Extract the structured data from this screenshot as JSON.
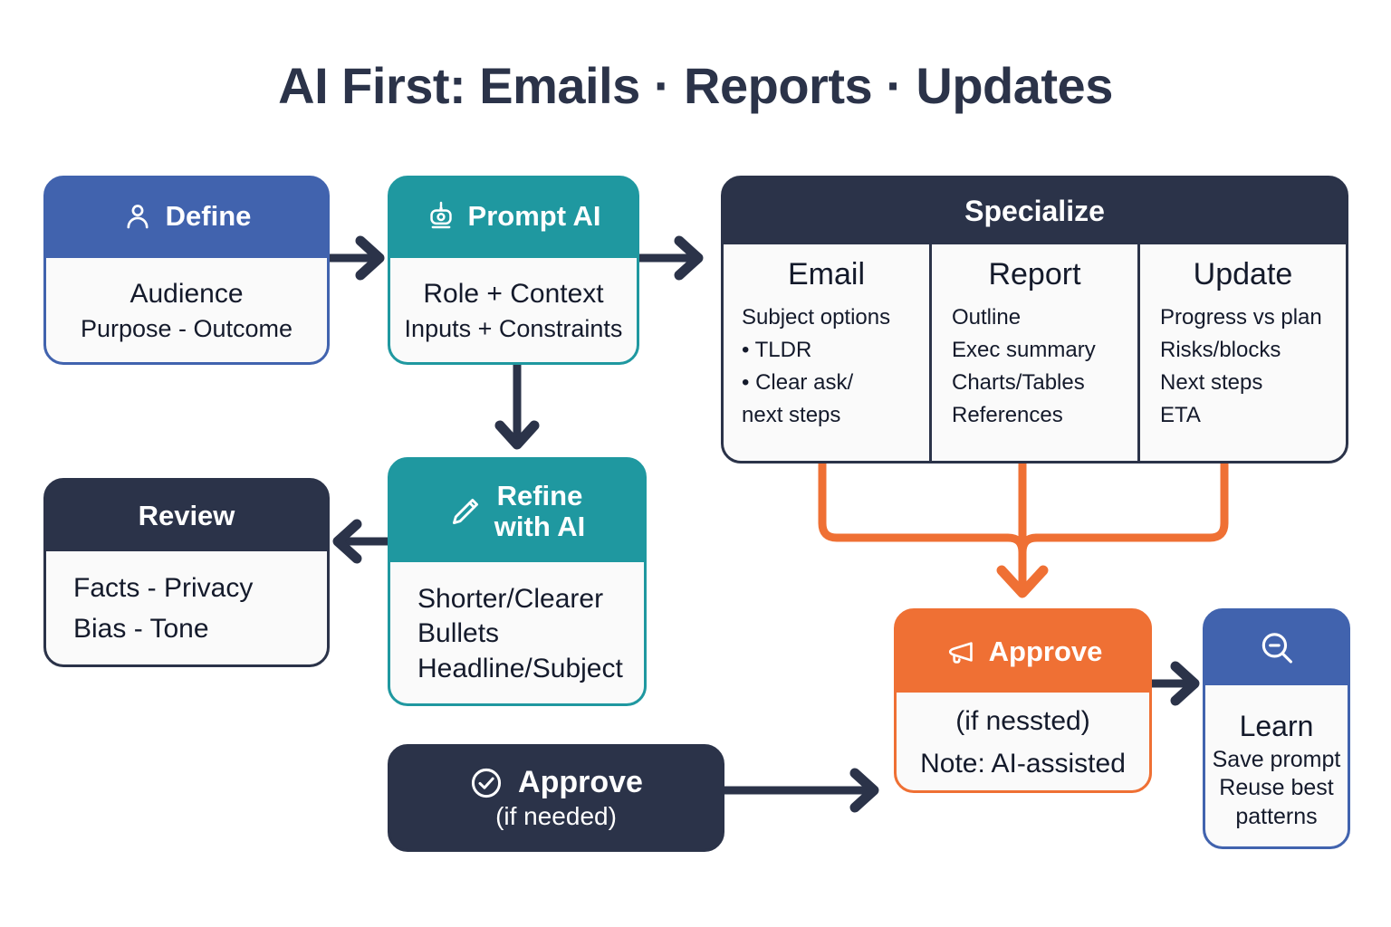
{
  "title": "AI First: Emails · Reports · Updates",
  "colors": {
    "blue": "#4163ae",
    "teal": "#1f98a0",
    "navy": "#2b3349",
    "orange": "#ef7034",
    "body_bg": "#fafafa",
    "text": "#141a2b"
  },
  "cards": {
    "define": {
      "icon": "person-icon",
      "title": "Define",
      "line1": "Audience",
      "line2": "Purpose - Outcome"
    },
    "prompt": {
      "icon": "robot-icon",
      "title": "Prompt AI",
      "line1": "Role + Context",
      "line2": "Inputs + Constraints"
    },
    "review": {
      "title": "Review",
      "line1": "Facts - Privacy",
      "line2": "Bias - Tone"
    },
    "refine": {
      "icon": "pencil-icon",
      "title_line1": "Refine",
      "title_line2": "with AI",
      "line1": "Shorter/Clearer",
      "line2": "Bullets",
      "line3": "Headline/Subject"
    },
    "approve_dark": {
      "icon": "check-circle-icon",
      "title": "Approve",
      "subtitle": "(if needed)"
    },
    "approve_orange": {
      "icon": "megaphone-icon",
      "title": "Approve",
      "line1": "(if nessted)",
      "line2": "Note: AI-assisted"
    },
    "learn": {
      "icon": "zoom-out-icon",
      "heading": "Learn",
      "line1": "Save prompt",
      "line2": "Reuse best",
      "line3": "patterns"
    }
  },
  "specialize": {
    "title": "Specialize",
    "columns": [
      {
        "heading": "Email",
        "items": [
          "Subject options",
          "• TLDR",
          "• Clear ask/",
          "  next steps"
        ]
      },
      {
        "heading": "Report",
        "items": [
          "Outline",
          "Exec summary",
          "Charts/Tables",
          "References"
        ]
      },
      {
        "heading": "Update",
        "items": [
          "Progress vs plan",
          "Risks/blocks",
          "Next steps",
          "ETA"
        ]
      }
    ]
  },
  "connectors": [
    {
      "name": "define-to-prompt",
      "color": "#2b3349"
    },
    {
      "name": "prompt-to-specialize",
      "color": "#2b3349"
    },
    {
      "name": "prompt-to-refine",
      "color": "#2b3349"
    },
    {
      "name": "refine-to-review",
      "color": "#2b3349"
    },
    {
      "name": "specialize-email-to-approve",
      "color": "#ef7034"
    },
    {
      "name": "specialize-report-to-approve",
      "color": "#ef7034"
    },
    {
      "name": "specialize-update-to-approve",
      "color": "#ef7034"
    },
    {
      "name": "approve-dark-to-approve-orange",
      "color": "#2b3349"
    },
    {
      "name": "approve-orange-to-learn",
      "color": "#2b3349"
    }
  ]
}
